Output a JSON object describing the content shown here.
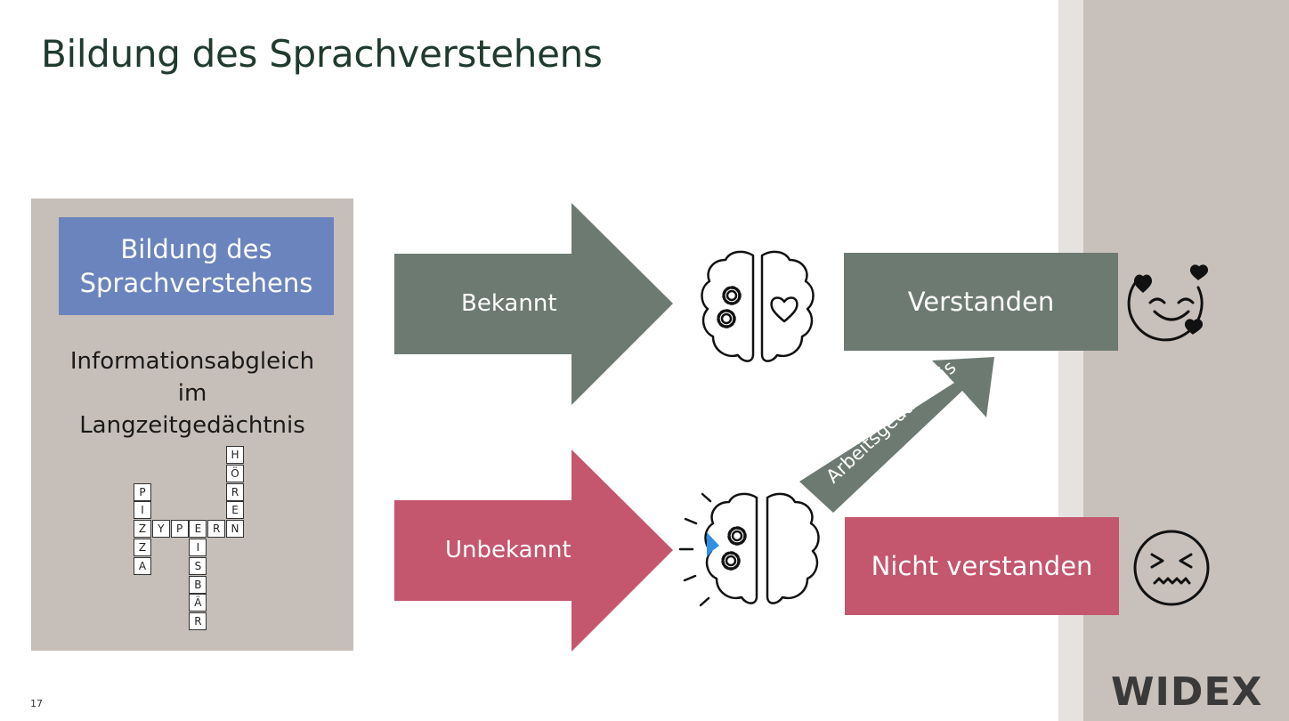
{
  "slide": {
    "title": "Bildung des Sprachverstehens",
    "slide_number": "17",
    "logo": "WIDEX"
  },
  "left_panel": {
    "heading": "Bildung des\nSprachverstehens",
    "description": "Informationsabgleich\nim\nLangzeitgedächtnis",
    "crossword_words": [
      "PIZZA",
      "ZYPERN",
      "HÖREN",
      "EISBÄR"
    ]
  },
  "flow": {
    "known_label": "Bekannt",
    "unknown_label": "Unbekannt",
    "understood_label": "Verstanden",
    "not_understood_label": "Nicht verstanden",
    "working_memory_label": "Arbeitsgedächtnis"
  },
  "icons": {
    "brain_known": "brain-gears-heart-icon",
    "brain_unknown": "brain-gears-sparks-icon",
    "happy_face": "smiling-face-with-hearts-icon",
    "sad_face": "confounded-face-icon",
    "cursor": "mouse-pointer-icon"
  },
  "colors": {
    "title_text": "#1f3b2e",
    "panel_gray": "#c6bfb9",
    "right_panel": "#c8c0ba",
    "right_strip": "#e6e2df",
    "blue_box": "#6b84bd",
    "gray_green": "#6c7a72",
    "rose": "#c4566d",
    "cursor_blue": "#2f8fe6"
  }
}
